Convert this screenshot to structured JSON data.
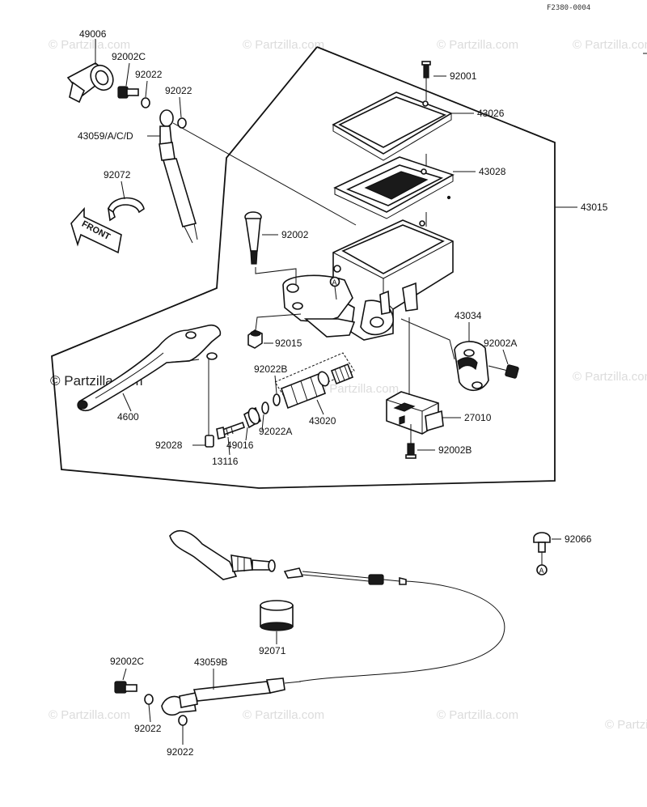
{
  "drawing_code": "F2380-0004",
  "watermark_text": "© Partzilla.com",
  "large_watermark_text": "© Partzilla.com",
  "front_arrow_label": "FRONT",
  "ref_marker": "A",
  "assembly_label": "43015",
  "part_labels": {
    "p49006": "49006",
    "p92002c_top": "92002C",
    "p92022_a": "92022",
    "p92022_b": "92022",
    "p43059acd": "43059/A/C/D",
    "p92072": "92072",
    "p92001": "92001",
    "p43026": "43026",
    "p43028": "43028",
    "p92002": "92002",
    "p43034": "43034",
    "p92002a": "92002A",
    "p92015": "92015",
    "p92022b": "92022B",
    "p43020": "43020",
    "p27010": "27010",
    "p92002b": "92002B",
    "p92022a": "92022A",
    "p49016": "49016",
    "p4600x": "4600",
    "p92028": "92028",
    "p13116": "13116",
    "p92066": "92066",
    "p92071": "92071",
    "p92002c_bottom": "92002C",
    "p43059b": "43059B",
    "p92022_c": "92022",
    "p92022_d": "92022"
  }
}
